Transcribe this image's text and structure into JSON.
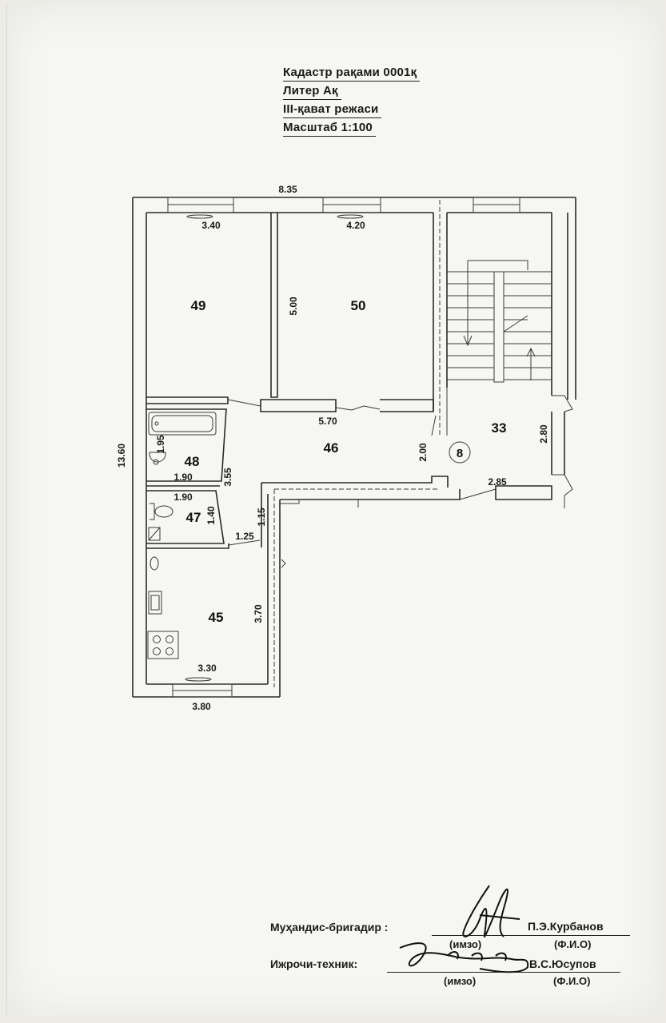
{
  "header": {
    "cadastre": "Кадастр рақами 0001қ",
    "liter": "Литер Ақ",
    "floor": "III-қават режаси",
    "scale": "Масштаб 1:100"
  },
  "plan": {
    "overall_width": "8.35",
    "overall_height": "13.60",
    "rooms": {
      "r49": "49",
      "r50": "50",
      "r46": "46",
      "r48": "48",
      "r47": "47",
      "r45": "45",
      "r33": "33",
      "stair": "8"
    },
    "dims": {
      "d340": "3.40",
      "d420": "4.20",
      "d500": "5.00",
      "d570": "5.70",
      "d195": "1.95",
      "d190a": "1.90",
      "d355": "3.55",
      "d190b": "1.90",
      "d140": "1.40",
      "d115": "1.15",
      "d125": "1.25",
      "d370": "3.70",
      "d330": "3.30",
      "d380": "3.80",
      "d200": "2.00",
      "d280": "2.80",
      "d285": "2.85"
    }
  },
  "signatures": {
    "engineer_label": "Муҳандис-бригадир :",
    "engineer_name": "П.Э.Курбанов",
    "technician_label": "Ижрочи-техник:",
    "technician_name": "В.С.Юсупов",
    "sign_caption": "(имзо)",
    "fio_caption": "(Ф.И.О)"
  }
}
